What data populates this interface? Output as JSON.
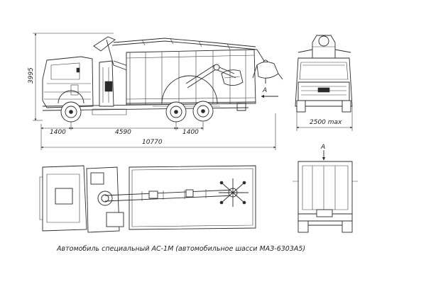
{
  "drawing": {
    "caption": "Автомобиль специальный АС-1М (автомобильное шасси МАЗ-6303А5)",
    "view_marker": "А",
    "view_label": "А"
  },
  "dimensions": {
    "height": "3995",
    "front_overhang": "1400",
    "wheelbase": "4590",
    "rear_axle_spacing": "1400",
    "overall_length": "10770",
    "width": "2500 max"
  }
}
